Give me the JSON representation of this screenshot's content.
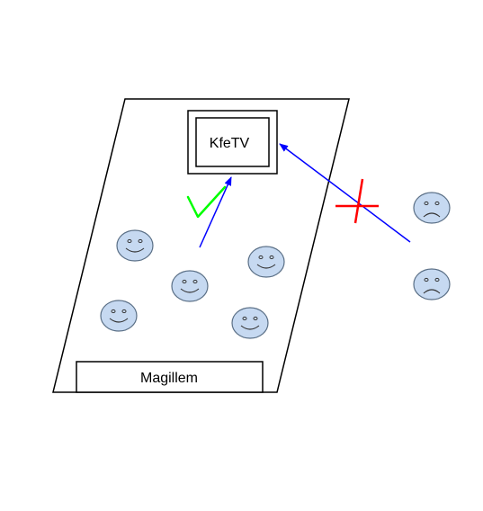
{
  "tv": {
    "label": "KfeTV"
  },
  "platform": {
    "label": "Magillem"
  },
  "faces": {
    "inside_count": 5,
    "outside_count": 2,
    "inside_expression": "smile",
    "outside_expression": "frown"
  },
  "colors": {
    "outline": "#000000",
    "face_fill": "#c6d9f1",
    "face_stroke": "#5a6f86",
    "access_arrow": "#0000ff",
    "check_mark": "#00ff00",
    "cross_mark": "#ff0000"
  }
}
